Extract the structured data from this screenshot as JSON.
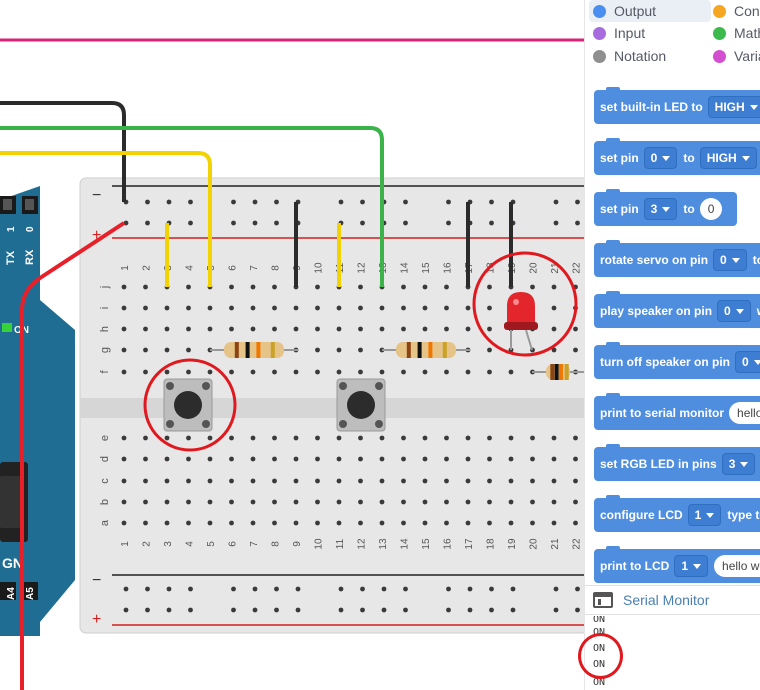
{
  "categories": [
    {
      "label": "Output",
      "color": "#4a8ef0",
      "selected": true
    },
    {
      "label": "Con",
      "color": "#f5a623"
    },
    {
      "label": "Input",
      "color": "#a76bde"
    },
    {
      "label": "Math",
      "color": "#3dba4e"
    },
    {
      "label": "Notation",
      "color": "#8f8f8f"
    },
    {
      "label": "Varia",
      "color": "#d44fcf"
    }
  ],
  "blocks": {
    "b1": {
      "label": "set built-in LED to",
      "dropdown": "HIGH"
    },
    "b2": {
      "label": "set pin",
      "pin": "0",
      "to": "to",
      "value": "HIGH"
    },
    "b3": {
      "label": "set pin",
      "pin": "3",
      "to": "to",
      "value": "0"
    },
    "b4": {
      "label": "rotate servo on pin",
      "pin": "0",
      "suffix": "to"
    },
    "b5": {
      "label": "play speaker on pin",
      "pin": "0",
      "suffix": "w"
    },
    "b6": {
      "label": "turn off speaker on pin",
      "pin": "0"
    },
    "b7": {
      "label": "print to serial monitor",
      "value": "hello w"
    },
    "b8": {
      "label": "set RGB LED in pins",
      "pin": "3"
    },
    "b9": {
      "label": "configure LCD",
      "pin": "1",
      "suffix": "type to"
    },
    "b10": {
      "label": "print to LCD",
      "pin": "1",
      "value": "hello wo"
    }
  },
  "serial_monitor": {
    "title": "Serial Monitor",
    "lines": [
      "ON",
      "ON",
      "ON",
      "ON",
      "ON"
    ]
  },
  "breadboard": {
    "col_numbers": [
      "1",
      "2",
      "3",
      "4",
      "5",
      "6",
      "7",
      "8",
      "9",
      "10",
      "11",
      "12",
      "13",
      "14",
      "15",
      "16",
      "17",
      "18",
      "19",
      "20",
      "21",
      "22"
    ],
    "row_letters_top": [
      "j",
      "i",
      "h",
      "g",
      "f"
    ],
    "row_letters_bottom": [
      "e",
      "d",
      "c",
      "b",
      "a"
    ],
    "rail_minus": "−",
    "rail_plus": "+"
  },
  "arduino": {
    "tx": "TX",
    "tx_suffix": "1",
    "rx": "RX",
    "rx_suffix": "0",
    "on": "ON",
    "gnd": "GN",
    "a4": "A4",
    "a5": "A5"
  },
  "colors": {
    "block_blue": "#4f8ede",
    "breadboard": "#e7e7e7",
    "wire_green": "#3bb34a",
    "wire_yellow": "#f2d200",
    "wire_red": "#e8202a",
    "wire_black": "#2b2b2b",
    "annotation_red": "#e0191f",
    "arduino_teal": "#1f6d93"
  }
}
